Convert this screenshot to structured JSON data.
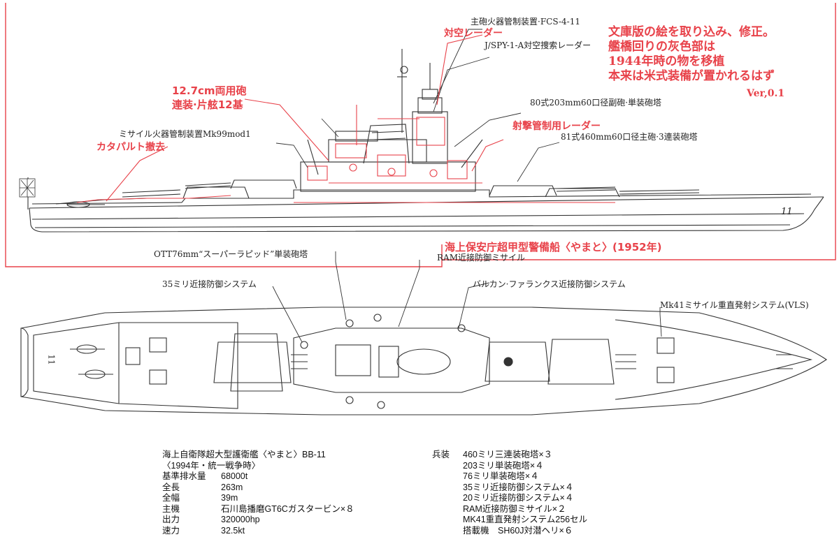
{
  "colors": {
    "annotation_red": "#e8424a",
    "line": "#333333"
  },
  "side_view": {
    "labels": {
      "fcs": "主砲火器管制装置·FCS-4-11",
      "spy": "J/SPY-1-A対空捜索レーダー",
      "sec_gun": "80式203mm60口径副砲·単装砲塔",
      "main_gun": "81式460mm60口径主砲·3連装砲塔",
      "mk99": "ミサイル火器管制装置Mk99mod1",
      "hull_number": "11"
    },
    "red_labels": {
      "aa_radar": "対空レーダー",
      "dual_gun_1": "12.7cm両用砲",
      "dual_gun_2": "連装·片舷12基",
      "fire_control_radar": "射撃管制用レーダー",
      "catapult": "カタパルト撤去"
    },
    "note": {
      "line1": "文庫版の絵を取り込み、修正。",
      "line2": "艦橋回りの灰色部は",
      "line3": "1944年時の物を移植",
      "line4": "本来は米式装備が置かれるはず",
      "version": "Ver,0.1"
    },
    "coast_guard_title": "海上保安庁超甲型警備船〈やまと〉(1952年)"
  },
  "top_view": {
    "labels": {
      "ott76": "OTT76mm“スーパーラピッド”単装砲塔",
      "ram": "RAM近接防御ミサイル",
      "ciws35": "35ミリ近接防御システム",
      "vulcan": "バルカン·ファランクス近接防御システム",
      "vls": "Mk41ミサイル重直発射システム(VLS)",
      "deck_number": "11"
    }
  },
  "specs": {
    "title": "海上自衛隊超大型護衛艦〈やまと〉BB-11",
    "subtitle": "〈1994年・統一戦争時〉",
    "rows": [
      {
        "k": "基準排水量",
        "v": "68000t"
      },
      {
        "k": "全長",
        "v": "263m"
      },
      {
        "k": "全幅",
        "v": "39m"
      },
      {
        "k": "主機",
        "v": "石川島播磨GT6Cガスタービン×８"
      },
      {
        "k": "出力",
        "v": "320000hp"
      },
      {
        "k": "速力",
        "v": "32.5kt"
      }
    ],
    "armament_label": "兵装",
    "armament": [
      "460ミリ三連装砲塔×３",
      "203ミリ単装砲塔×４",
      "76ミリ単装砲塔×４",
      "35ミリ近接防御システム×４",
      "20ミリ近接防御システム×４",
      "RAM近接防御ミサイル×２",
      "MK41重直発射システム256セル",
      "搭載機　SH60J対潜ヘリ×６"
    ]
  }
}
